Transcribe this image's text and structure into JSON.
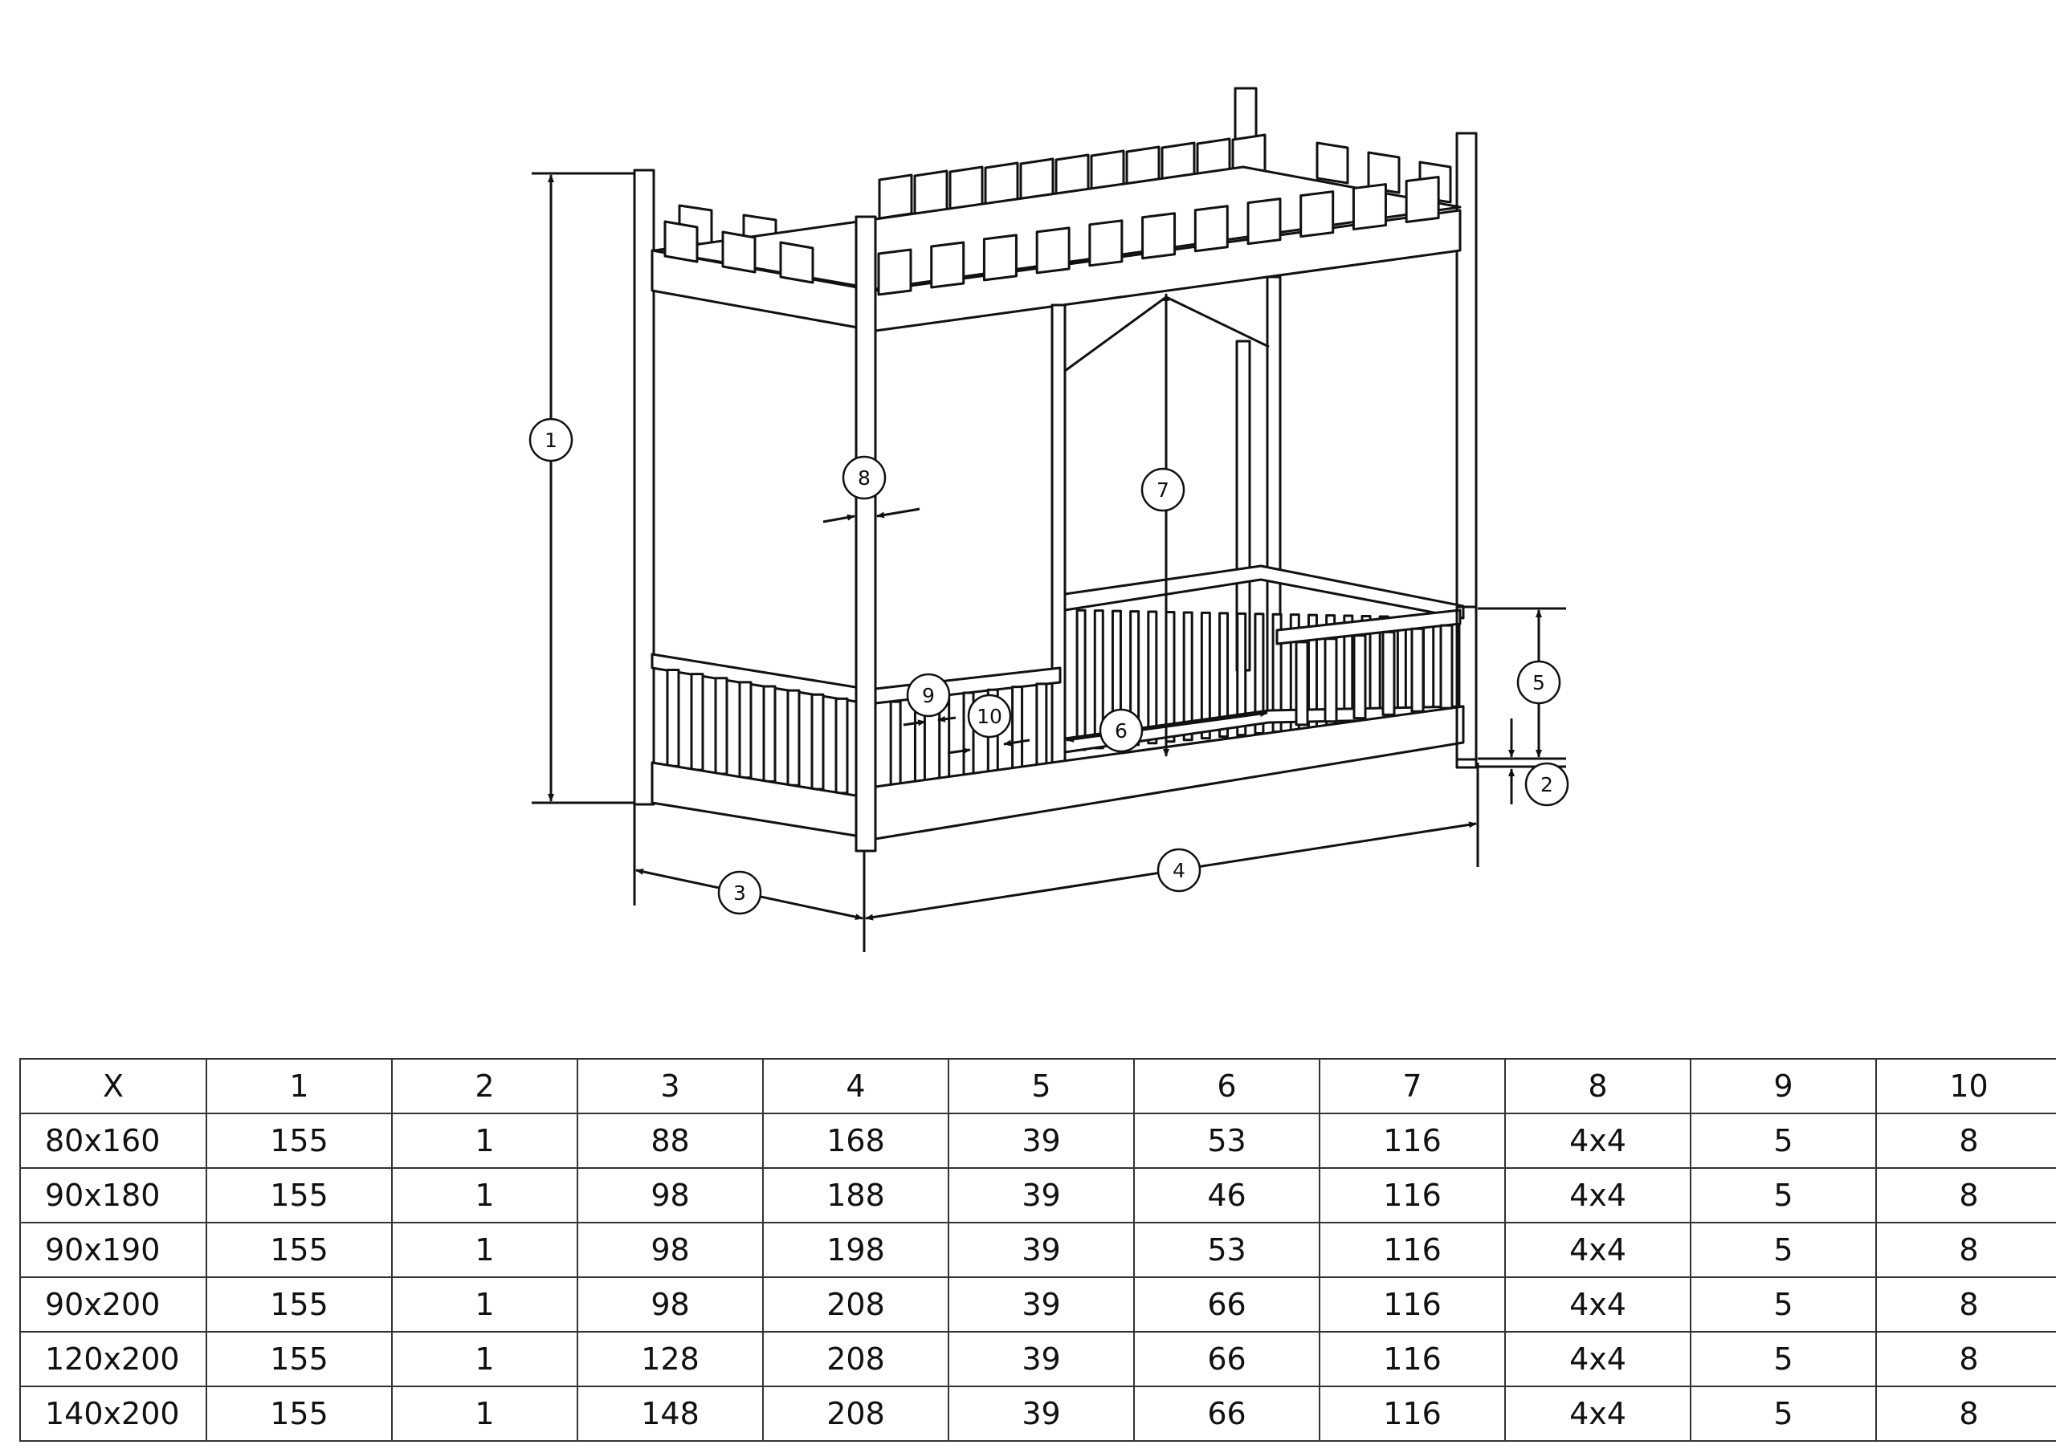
{
  "callouts": [
    "1",
    "2",
    "3",
    "4",
    "5",
    "6",
    "7",
    "8",
    "9",
    "10"
  ],
  "table": {
    "header": [
      "X",
      "1",
      "2",
      "3",
      "4",
      "5",
      "6",
      "7",
      "8",
      "9",
      "10"
    ],
    "rows": [
      [
        "80x160",
        "155",
        "1",
        "88",
        "168",
        "39",
        "53",
        "116",
        "4x4",
        "5",
        "8"
      ],
      [
        "90x180",
        "155",
        "1",
        "98",
        "188",
        "39",
        "46",
        "116",
        "4x4",
        "5",
        "8"
      ],
      [
        "90x190",
        "155",
        "1",
        "98",
        "198",
        "39",
        "53",
        "116",
        "4x4",
        "5",
        "8"
      ],
      [
        "90x200",
        "155",
        "1",
        "98",
        "208",
        "39",
        "66",
        "116",
        "4x4",
        "5",
        "8"
      ],
      [
        "120x200",
        "155",
        "1",
        "128",
        "208",
        "39",
        "66",
        "116",
        "4x4",
        "5",
        "8"
      ],
      [
        "140x200",
        "155",
        "1",
        "148",
        "208",
        "39",
        "66",
        "116",
        "4x4",
        "5",
        "8"
      ]
    ]
  }
}
